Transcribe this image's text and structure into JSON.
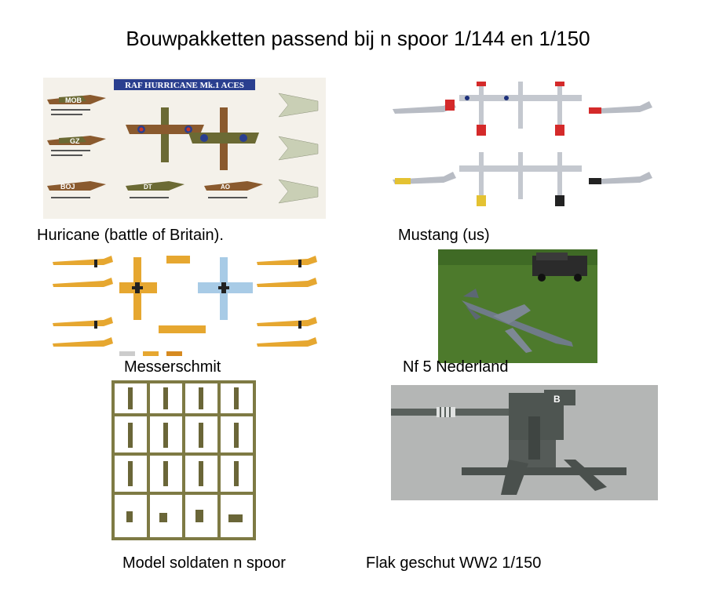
{
  "page": {
    "title": "Bouwpakketten passend bij n spoor 1/144 en 1/150"
  },
  "items": [
    {
      "caption": "Huricane (battle of Britain).",
      "sheet_title": "RAF    HURRICANE    Mk.1 ACES",
      "codes": [
        "MOB",
        "GZ",
        "BOJ",
        "DT",
        "AO"
      ]
    },
    {
      "caption": "Mustang (us)"
    },
    {
      "caption": "Messerschmit"
    },
    {
      "caption": "Nf 5 Nederland"
    },
    {
      "caption": "Model soldaten n spoor"
    },
    {
      "caption": "Flak geschut WW2 1/150",
      "marking": "B"
    }
  ],
  "colors": {
    "hurricane_bg": "#f4f1ea",
    "sheet_title_bg": "#2a3f8f",
    "camo_brown": "#8a5a2e",
    "camo_green": "#6b6a34",
    "mustang_red": "#d42a2a",
    "bf_yellow": "#e6a730",
    "bf_blue": "#a8cbe6",
    "grass": "#4d7a2c",
    "sprue_olive": "#7e7a44",
    "flak_grey": "#59605c"
  }
}
